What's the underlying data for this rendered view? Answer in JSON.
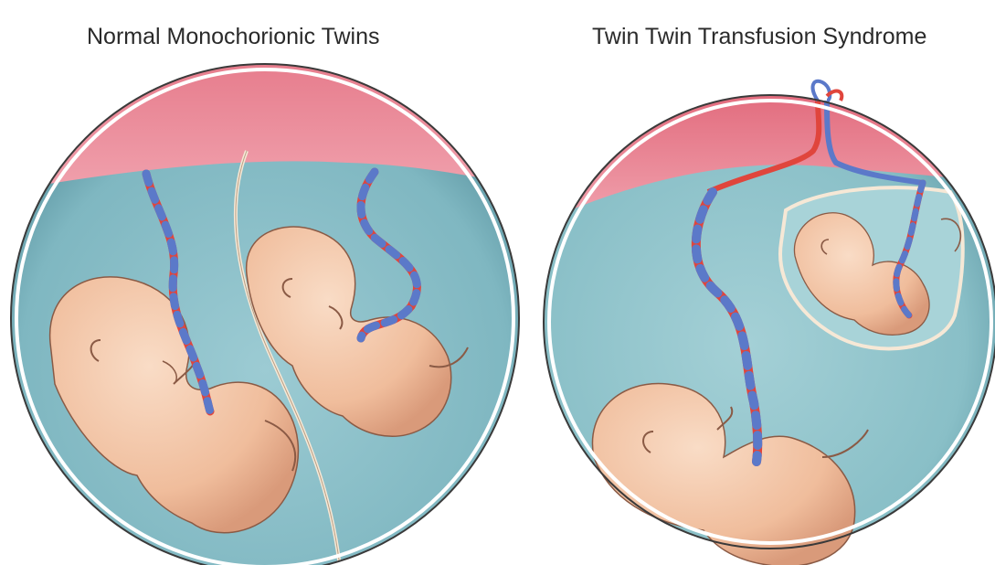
{
  "panels": [
    {
      "id": "normal",
      "title": "Normal Monochorionic Twins"
    },
    {
      "id": "ttts",
      "title": "Twin Twin Transfusion Syndrome"
    }
  ],
  "colors": {
    "amniotic_fluid": "#8fc3cc",
    "amniotic_fluid_dark": "#5f98a4",
    "placenta": "#e98392",
    "placenta_light": "#f2aab3",
    "skin": "#f2c4a6",
    "skin_shadow": "#d99a7a",
    "artery": "#e0453c",
    "vein": "#5b79c9",
    "outline": "#3a3a3a"
  }
}
